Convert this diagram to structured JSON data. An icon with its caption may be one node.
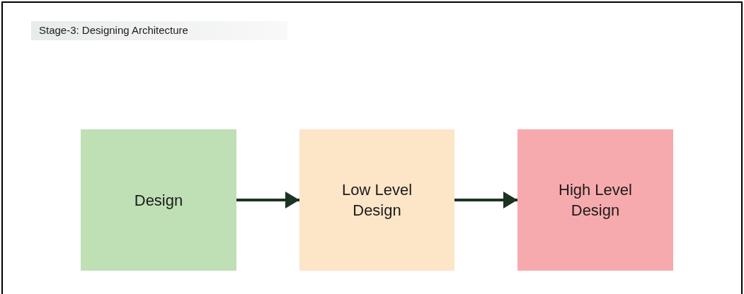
{
  "diagram": {
    "title": "Stage-3: Designing Architecture",
    "nodes": [
      {
        "text": [
          "Design"
        ]
      },
      {
        "text": [
          "Low Level Design"
        ]
      },
      {
        "text": [
          "High Level Design"
        ]
      }
    ],
    "edges": [
      {
        "from": 0,
        "to": 1,
        "arrow": "to"
      },
      {
        "from": 1,
        "to": 2,
        "arrow": "to"
      }
    ]
  }
}
